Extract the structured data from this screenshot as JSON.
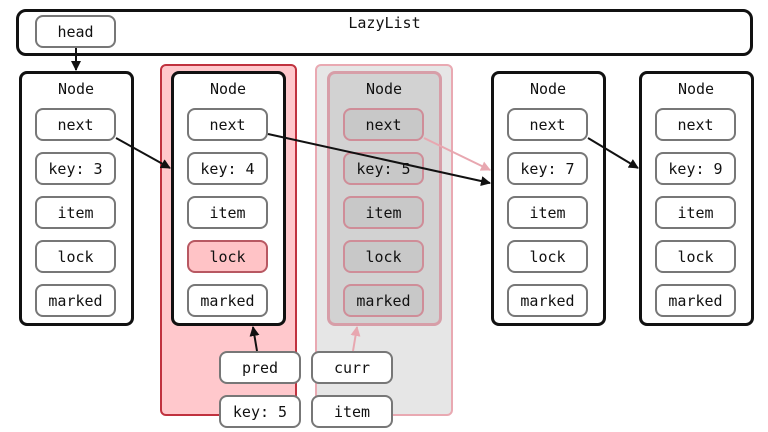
{
  "list": {
    "title": "LazyList",
    "head_label": "head"
  },
  "nodes": [
    {
      "title": "Node",
      "next": "next",
      "key": "key: 3",
      "item": "item",
      "lock": "lock",
      "marked": "marked"
    },
    {
      "title": "Node",
      "next": "next",
      "key": "key: 4",
      "item": "item",
      "lock": "lock",
      "marked": "marked"
    },
    {
      "title": "Node",
      "next": "next",
      "key": "key: 5",
      "item": "item",
      "lock": "lock",
      "marked": "marked"
    },
    {
      "title": "Node",
      "next": "next",
      "key": "key: 7",
      "item": "item",
      "lock": "lock",
      "marked": "marked"
    },
    {
      "title": "Node",
      "next": "next",
      "key": "key: 9",
      "item": "item",
      "lock": "lock",
      "marked": "marked"
    }
  ],
  "pred_label": "pred",
  "curr_label": "curr",
  "new_key": "key: 5",
  "new_item": "item",
  "colors": {
    "pred_highlight": "#ffc8cc",
    "pred_border": "#c0323f",
    "curr_highlight": "#e6e6e6",
    "removed_link": "#e8a7b0",
    "locked_field": "#ffc3c6"
  }
}
